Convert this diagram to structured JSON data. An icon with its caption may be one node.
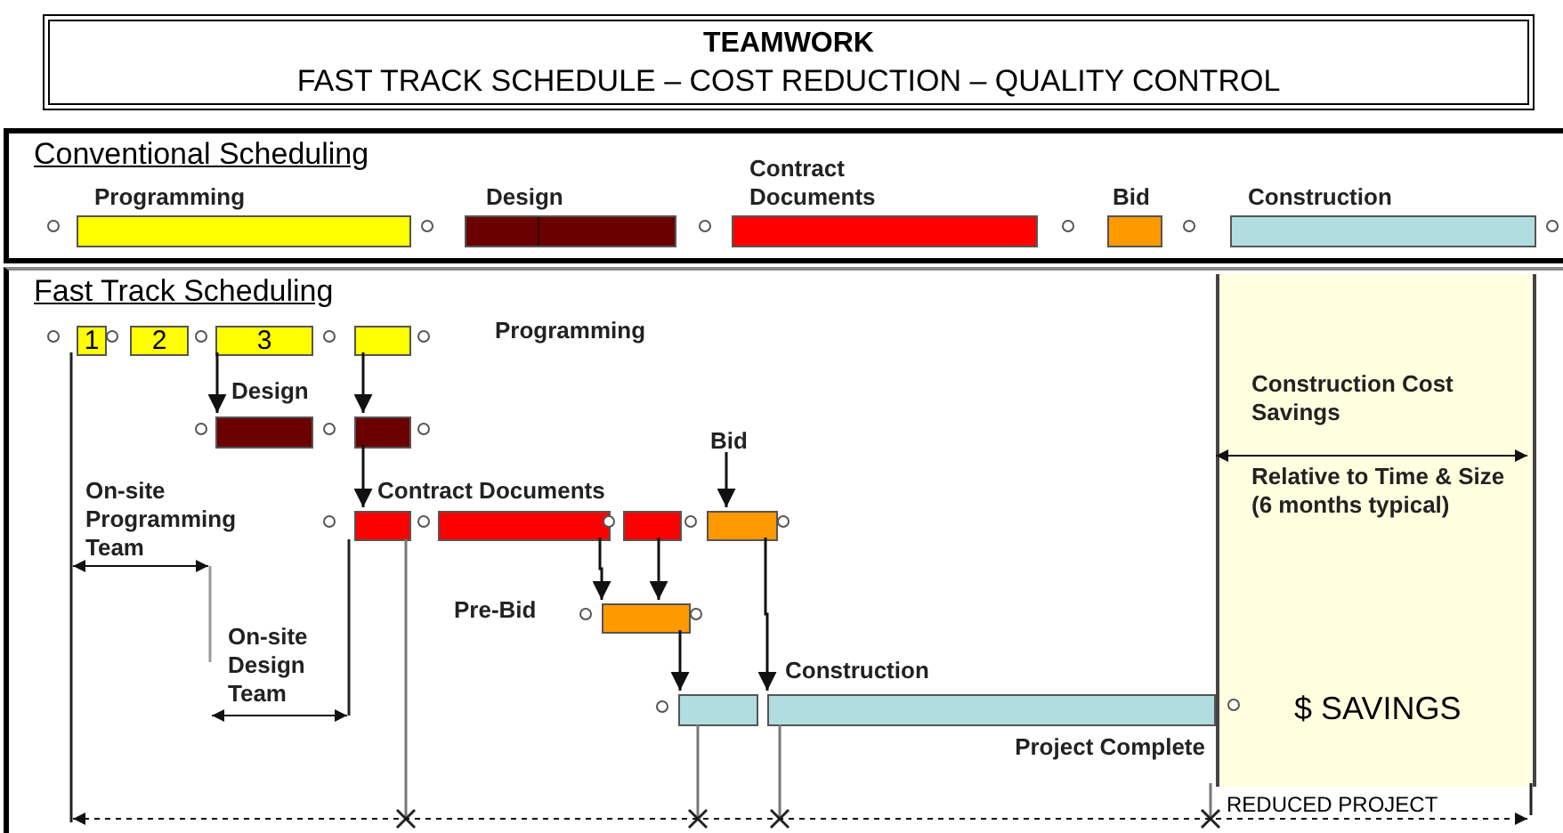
{
  "diagram": {
    "title": "TEAMWORK",
    "nodes": [
      {
        "text": [
          "Conventional Scheduling"
        ]
      },
      {
        "text": [
          "Programming"
        ],
        "in": 0
      },
      {
        "text": [
          "Design"
        ],
        "in": 0
      },
      {
        "text": [
          "Contract Documents"
        ],
        "in": 0
      },
      {
        "text": [
          "Bid"
        ],
        "in": 0
      },
      {
        "text": [
          "Construction"
        ],
        "in": 0
      },
      {
        "text": [
          "Fast Track Scheduling"
        ]
      },
      {
        "text": [
          "1"
        ],
        "in": 6
      },
      {
        "text": [
          "2"
        ],
        "in": 6
      },
      {
        "text": [
          "3"
        ],
        "in": 6
      },
      {
        "text": [],
        "shape": "bar",
        "in": 6
      },
      {
        "text": [],
        "shape": "bar",
        "in": 6
      },
      {
        "text": [],
        "shape": "bar",
        "in": 6
      },
      {
        "text": [],
        "shape": "bar",
        "in": 6
      },
      {
        "text": [],
        "shape": "bar",
        "in": 6
      },
      {
        "text": [],
        "shape": "bar",
        "in": 6
      },
      {
        "text": [],
        "shape": "bar",
        "in": 6
      },
      {
        "text": [
          "Bid"
        ],
        "in": 6
      },
      {
        "text": [],
        "shape": "bar",
        "in": 6
      },
      {
        "text": [],
        "shape": "bar",
        "in": 6
      },
      {
        "text": [],
        "shape": "bar",
        "in": 6
      },
      {
        "text": [
          "Construction Cost Savings",
          "Relative to Time & Size (6 months typical)",
          "$ SAVINGS"
        ],
        "beside": [
          "REDUCED PROJECT"
        ],
        "in": 6
      }
    ],
    "edges": [
      {
        "from": 9,
        "to": 11,
        "arrow": "to"
      },
      {
        "from": 10,
        "to": 12,
        "arrow": "to"
      },
      {
        "from": 12,
        "to": 13,
        "arrow": "to"
      },
      {
        "from": 17,
        "to": 16,
        "arrow": "to"
      },
      {
        "from": 14,
        "to": 18,
        "arrow": "to"
      },
      {
        "from": 15,
        "to": 18,
        "arrow": "to"
      },
      {
        "from": 18,
        "to": 19,
        "arrow": "to"
      },
      {
        "from": 16,
        "to": 20,
        "arrow": "to"
      }
    ],
    "labels": [
      "FAST TRACK SCHEDULE – COST REDUCTION – QUALITY CONTROL",
      "Programming",
      "Design",
      "On-site Programming Team",
      "Contract Documents",
      "Pre-Bid",
      "On-site Design Team",
      "Construction",
      "Project Complete"
    ]
  }
}
